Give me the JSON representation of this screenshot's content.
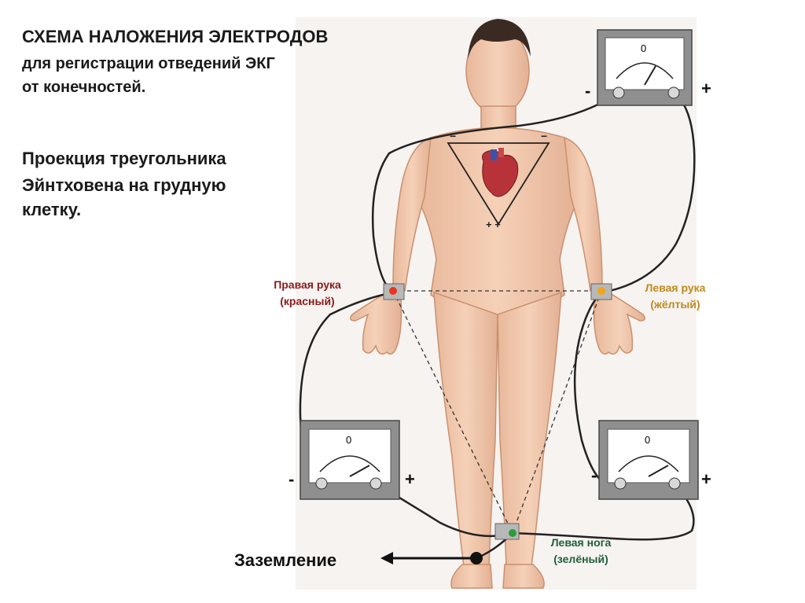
{
  "heading": {
    "line1": "СХЕМА НАЛОЖЕНИЯ ЭЛЕКТРОДОВ",
    "line2": "для регистрации отведений ЭКГ",
    "line3": "от конечностей."
  },
  "projection": {
    "line1": "Проекция треугольника",
    "line2": "Эйнтховена на грудную",
    "line3": "клетку."
  },
  "electrodes": {
    "right_arm": {
      "line1": "Правая рука",
      "line2": "(красный)",
      "color": "#e8351f"
    },
    "left_arm": {
      "line1": "Левая рука",
      "line2": "(жёлтый)",
      "color": "#f2a51a"
    },
    "left_leg": {
      "line1": "Левая нога",
      "line2": "(зелёный)",
      "color": "#2e9b3a"
    }
  },
  "ground_label": "Заземление",
  "meter": {
    "zero": "0",
    "minus": "-",
    "plus": "+"
  },
  "chest_triangle": {
    "minus": "−  −",
    "plus": "+ +"
  }
}
